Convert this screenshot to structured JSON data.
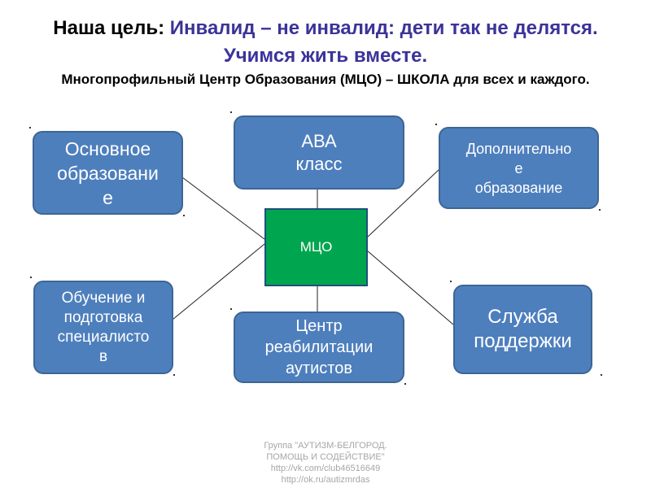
{
  "title": {
    "prefix": "Наша цель: ",
    "highlight": "Инвалид – не инвалид: дети так не делятся. Учимся жить вместе."
  },
  "subtitle": "Многопрофильный Центр Образования (МЦО) – ШКОЛА для всех и каждого.",
  "center": {
    "label": "МЦО"
  },
  "nodes": {
    "main_education": "Основное\nобразовани\nе",
    "aba_class": "АВА\nкласс",
    "extra_education": "Дополнительно\nе\nобразование",
    "specialist_training": "Обучение и\nподготовка\nспециалисто\nв",
    "rehab_center": "Центр\nреабилитации\nаутистов",
    "support_service": "Служба\nподдержки"
  },
  "footer": "Группа \"АУТИЗМ-БЕЛГОРОД.\nПОМОЩЬ И СОДЕЙСТВИЕ\"\nhttp://vk.com/club46516649\nhttp://ok.ru/autizmrdas",
  "colors": {
    "node_fill": "#4e7fbd",
    "center_fill": "#00a64f",
    "title_accent": "#3b3399"
  }
}
